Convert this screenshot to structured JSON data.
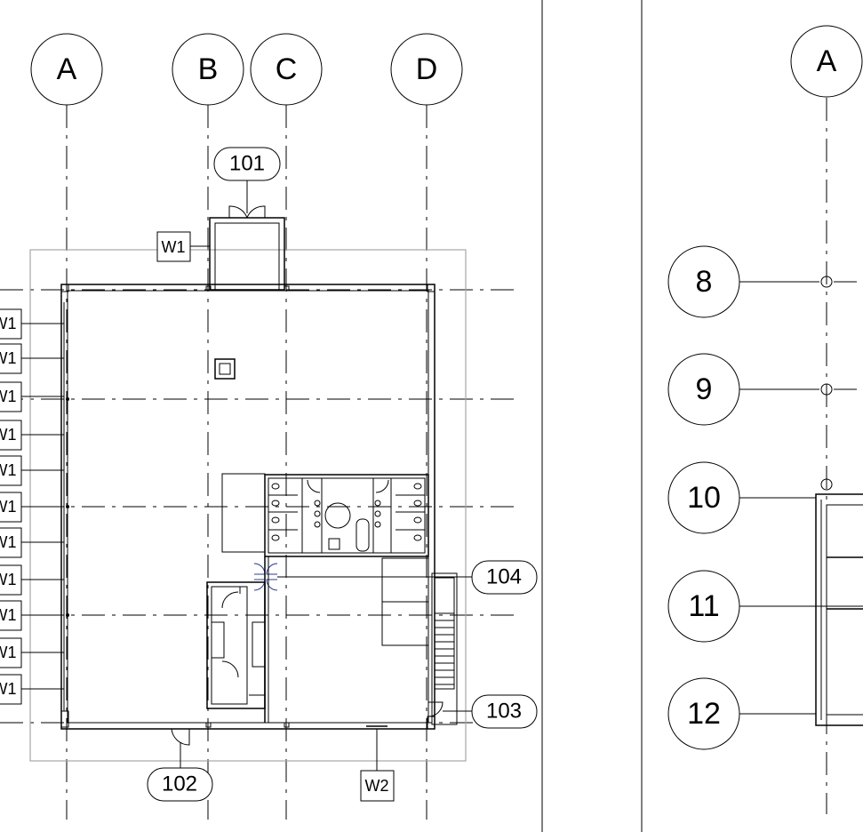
{
  "plan_left": {
    "grid_columns": [
      "A",
      "B",
      "C",
      "D"
    ],
    "door_tags": [
      "101",
      "104",
      "103",
      "102"
    ],
    "window_tags": [
      "W1",
      "W1",
      "W1",
      "W1",
      "W1",
      "W1",
      "W1",
      "W1",
      "W1",
      "W1",
      "W1",
      "W1",
      "W2"
    ]
  },
  "plan_right": {
    "grid_columns": [
      "A"
    ],
    "grid_rows": [
      "8",
      "9",
      "10",
      "11",
      "12"
    ]
  }
}
